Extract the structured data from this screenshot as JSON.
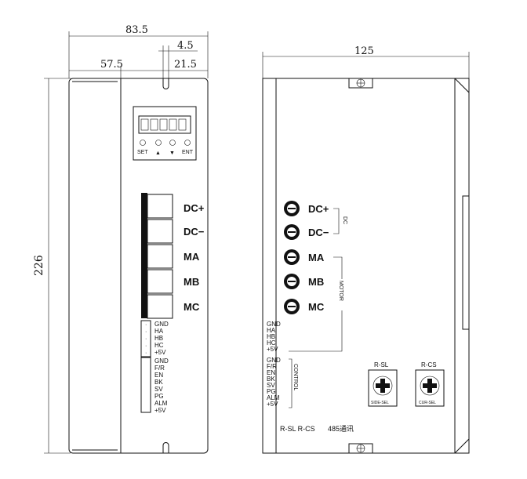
{
  "dimensions": {
    "total_width": "83.5",
    "slot": "4.5",
    "left_width": "57.5",
    "right_width": "21.5",
    "height": "226",
    "side_length": "125"
  },
  "front": {
    "keys": [
      "SET",
      "▲",
      "▼",
      "ENT"
    ],
    "power_terminals": [
      "DC+",
      "DC−",
      "MA",
      "MB",
      "MC"
    ],
    "hall_pins": [
      "GND",
      "HA",
      "HB",
      "HC",
      "+5V"
    ],
    "control_pins": [
      "GND",
      "F/R",
      "EN",
      "BK",
      "SV",
      "PG",
      "ALM",
      "+5V"
    ]
  },
  "side": {
    "dc_terminals": [
      "DC+",
      "DC−"
    ],
    "motor_terminals": [
      "MA",
      "MB",
      "MC"
    ],
    "dc_group": "DC",
    "motor_group": "MOTOR",
    "hall_pins": [
      "GND",
      "HA",
      "HB",
      "HC",
      "+5V"
    ],
    "control_pins": [
      "GND",
      "F/R",
      "EN",
      "BK",
      "SV",
      "PG",
      "ALM",
      "+5V"
    ],
    "control_group": "CONTROL",
    "switches": [
      "R-SL",
      "R-CS"
    ],
    "switch_label_1": "SIDE-SEL",
    "switch_label_2": "CUR-SEL",
    "bottom_switch_caption": "R-SL R-CS",
    "comm_caption": "485通讯"
  }
}
